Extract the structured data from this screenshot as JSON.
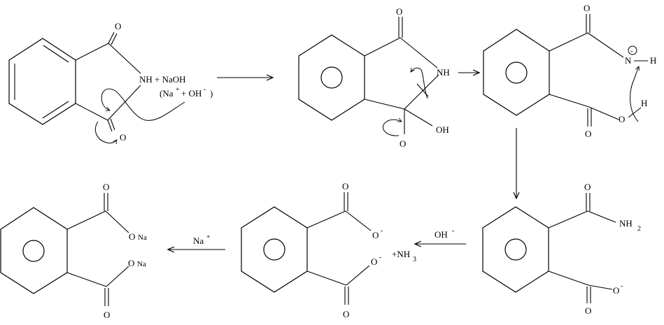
{
  "diagram": {
    "labels": {
      "o": "O",
      "nh": "NH",
      "naoh": "+ NaOH",
      "na_plus_open": "(Na",
      "plus_sup": "+",
      "oh_plus": "+ OH",
      "minus_sup": "-",
      "close_paren": ")",
      "oh": "OH",
      "n": "N",
      "h": "H",
      "charge_minus": "-",
      "nh2": "NH",
      "sub2": "2",
      "nh3_plus": "+NH",
      "sub3": "3",
      "oh_minus": "OH",
      "na": "Na",
      "na_plus": "Na"
    }
  }
}
